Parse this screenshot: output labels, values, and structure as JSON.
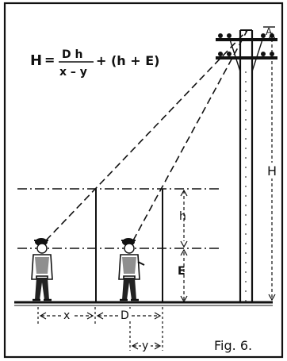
{
  "figure": {
    "caption": "Fig. 6.",
    "formula": {
      "lhs": "H",
      "eq": "=",
      "numerator": "D  h",
      "denominator": "x – y",
      "tail": "+ (h + E)"
    },
    "labels": {
      "H": "H",
      "h": "h",
      "E": "E",
      "x": "x",
      "D": "D",
      "y": "y",
      "top_marker": "A"
    }
  }
}
